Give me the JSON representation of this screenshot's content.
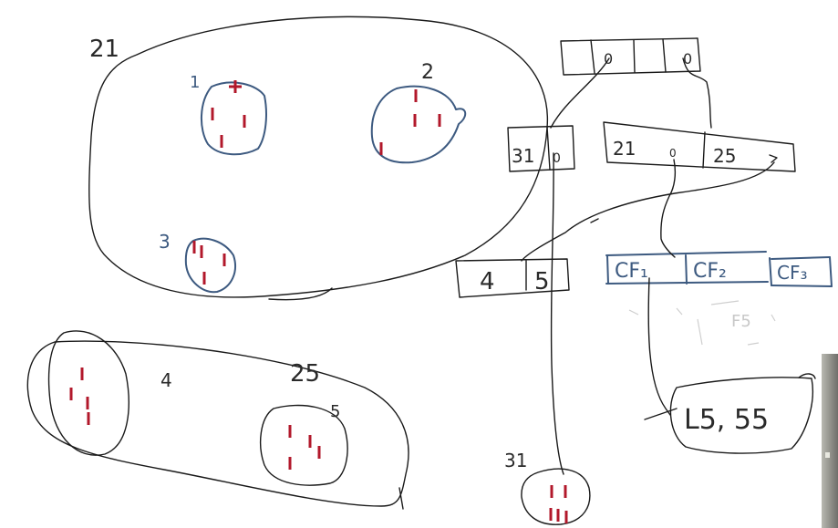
{
  "colors": {
    "ink": "#1a1a1a",
    "blue": "#3d5a80",
    "point": "#b2182b"
  },
  "region_labels": {
    "region_a": "21",
    "region_b": "25"
  },
  "cluster_labels": {
    "c1": "1",
    "c2": "2",
    "c3": "3",
    "c4": "4",
    "c5": "5",
    "c31": "31"
  },
  "nodes": {
    "root": {
      "left": "0",
      "right": "0"
    },
    "node_31": {
      "id": "31",
      "ptr": "0"
    },
    "node_21_25": {
      "id_a": "21",
      "ptr_a": "0",
      "id_b": "25"
    },
    "leaf_4_5": {
      "left": "4",
      "right": "5"
    },
    "cf_row": {
      "cf1": "CF₁",
      "cf2": "CF₂",
      "cf3": "CF₃"
    },
    "faded_note": "F5",
    "leaf_ls": {
      "text": "L5, 55"
    }
  },
  "side_strip": {
    "icon": "window-edge"
  }
}
